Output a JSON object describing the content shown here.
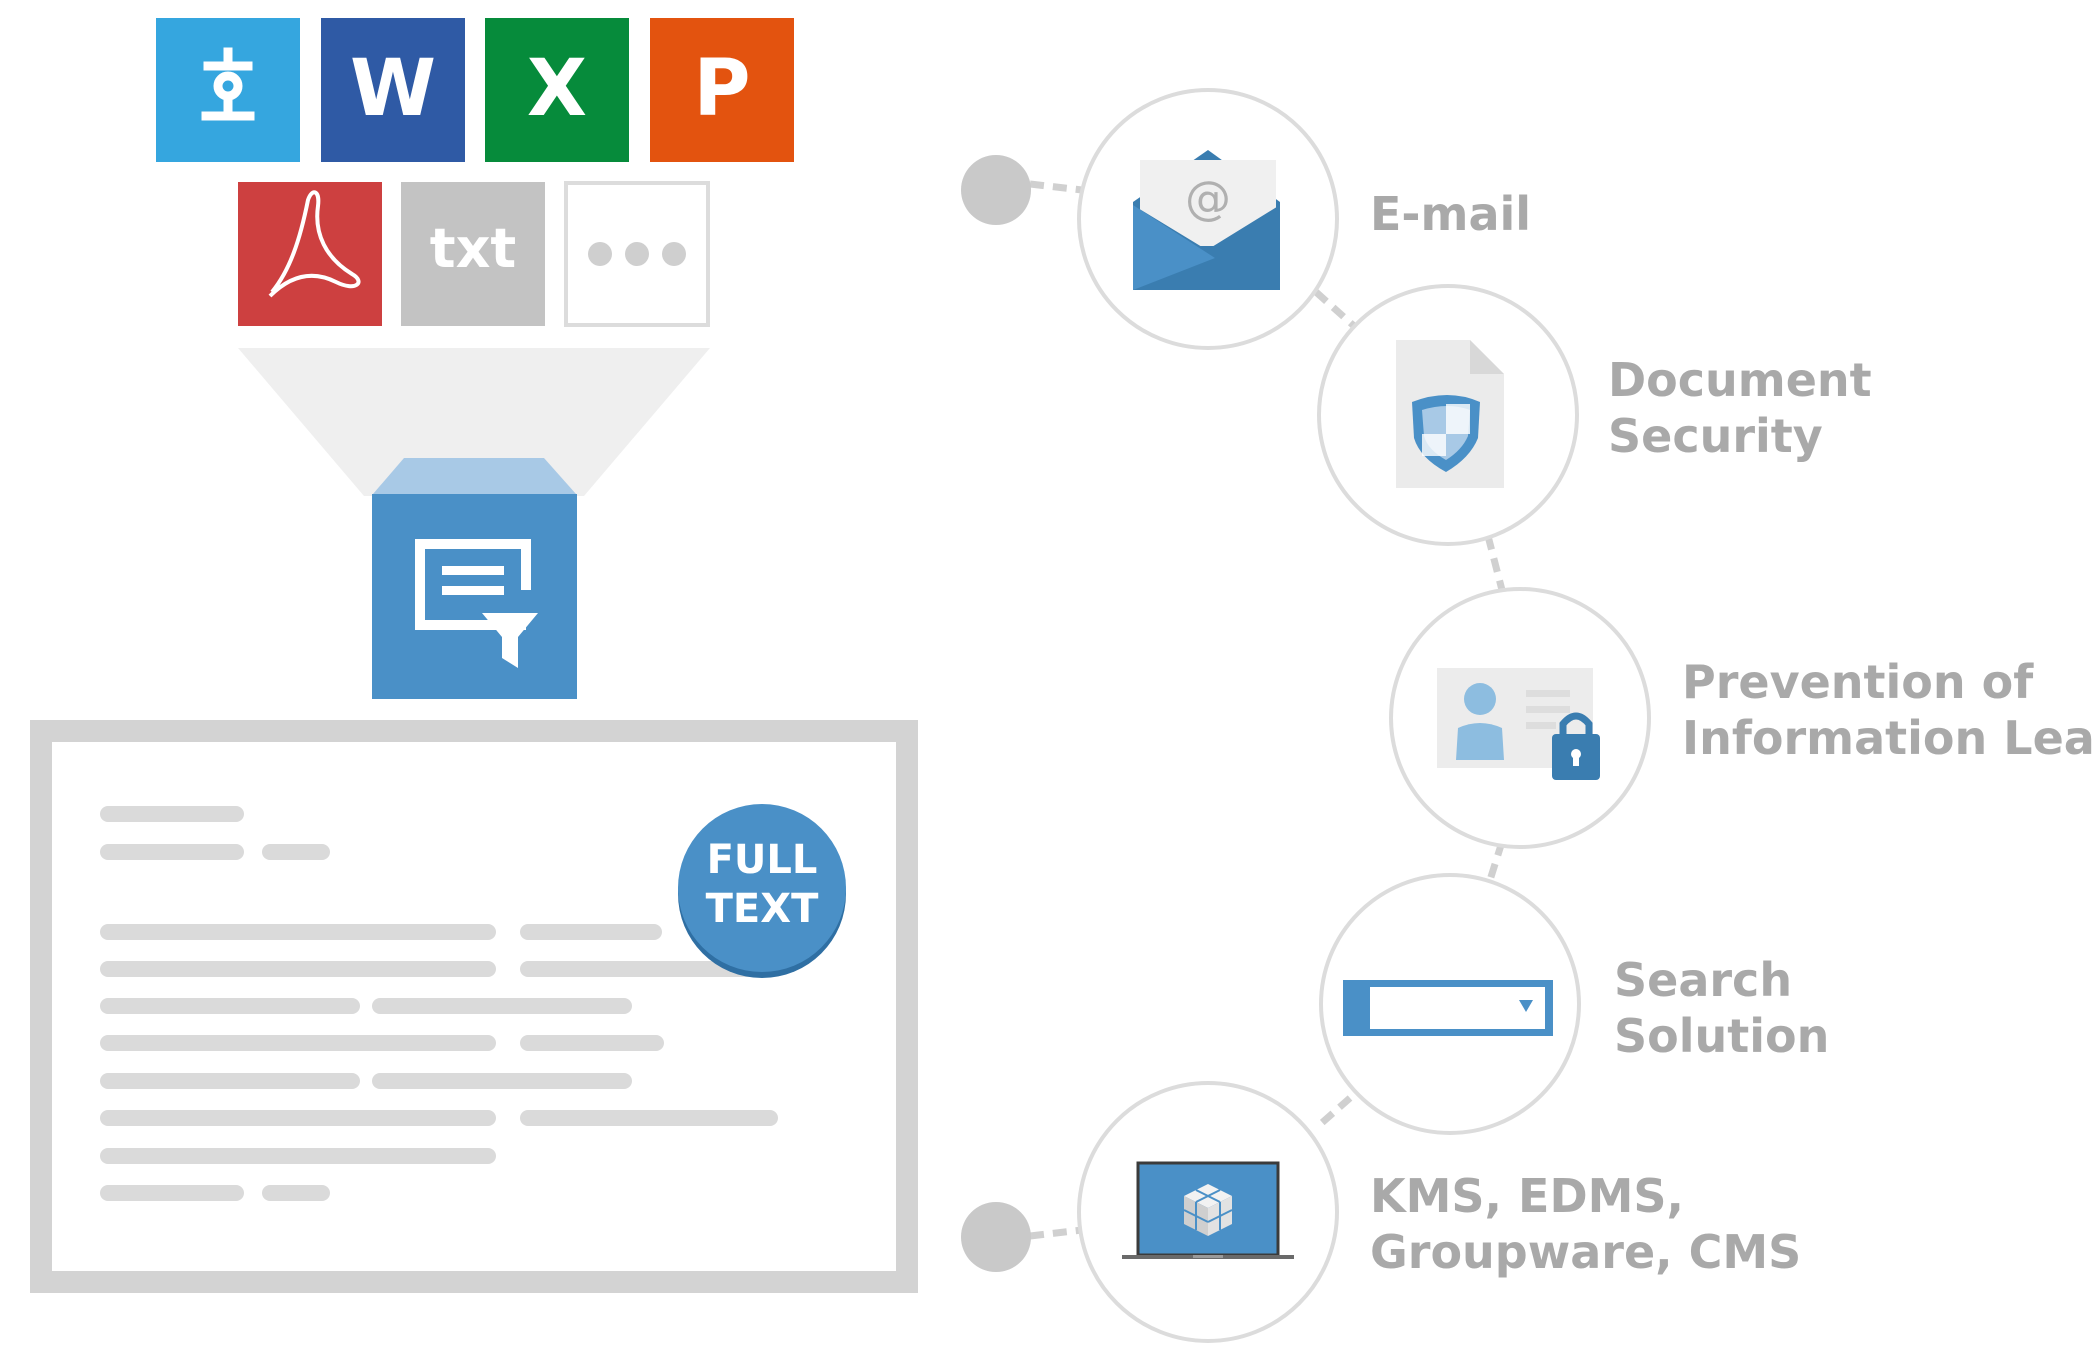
{
  "file_types": [
    {
      "id": "hwp",
      "glyph": "한",
      "color": "#35a6df",
      "icon": "hangul-icon"
    },
    {
      "id": "word",
      "glyph": "W",
      "color": "#2f5aa5",
      "icon": "word-icon"
    },
    {
      "id": "excel",
      "glyph": "X",
      "color": "#068b3b",
      "icon": "excel-icon"
    },
    {
      "id": "powerpoint",
      "glyph": "P",
      "color": "#e3530f",
      "icon": "powerpoint-icon"
    },
    {
      "id": "pdf",
      "glyph": "",
      "color": "#cd4040",
      "icon": "pdf-icon"
    },
    {
      "id": "txt",
      "glyph": "txt",
      "color": "#c3c3c3",
      "icon": "txt-icon"
    },
    {
      "id": "more",
      "glyph": "",
      "color": "#ffffff",
      "icon": "more-icon"
    }
  ],
  "badge": {
    "line1": "FULL",
    "line2": "TEXT",
    "color": "#4a90c7"
  },
  "solutions": [
    {
      "id": "email",
      "icon": "email-icon",
      "lines": [
        "E-mail"
      ]
    },
    {
      "id": "document-security",
      "icon": "document-shield-icon",
      "lines": [
        "Document",
        "Security"
      ]
    },
    {
      "id": "leak-prevention",
      "icon": "id-card-lock-icon",
      "lines": [
        "Prevention of",
        "Information Leak"
      ]
    },
    {
      "id": "search",
      "icon": "search-box-icon",
      "lines": [
        "Search",
        "Solution"
      ]
    },
    {
      "id": "kms",
      "icon": "laptop-cube-icon",
      "lines": [
        "KMS, EDMS,",
        "Groupware, CMS"
      ]
    }
  ],
  "colors": {
    "accent_blue": "#4a90c7",
    "light_blue": "#a8c9e6",
    "label_gray": "#a9a9a9",
    "circle_stroke": "#dcdcdc",
    "panel_gray": "#d3d3d3",
    "line_gray": "#dadada"
  }
}
